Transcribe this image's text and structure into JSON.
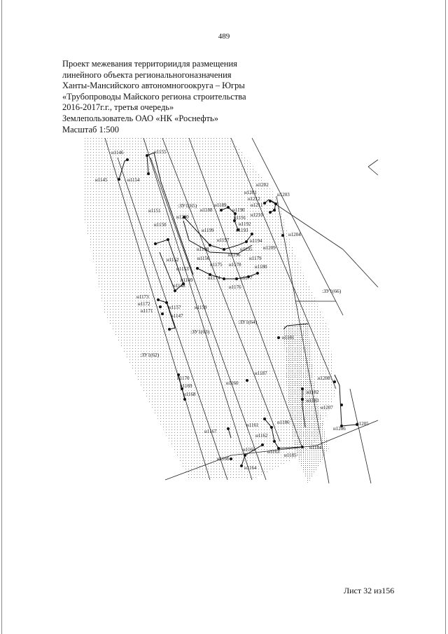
{
  "page_number": "489",
  "header": {
    "lines": [
      "Проект межевания территориидля размещения",
      "линейного объекта региональногоназначения",
      "Ханты-Мансийского автономногоокруга – Югры",
      "«Трубопроводы Майского региона строительства",
      "2016-2017г.г., третья очередь»",
      "Землепользователь ОАО «НК «Роснефть»",
      "Масштаб 1:500"
    ]
  },
  "zones": [
    ":ЗУ1(65)",
    ":ЗУ1(66)",
    ":ЗУ1(64)",
    ":ЗУ1(63)",
    ":ЗУ1(62)"
  ],
  "points": [
    "н1146",
    "н1145",
    "н1155",
    "н1154",
    "н1202",
    "н1201",
    "н1203",
    "н1212",
    "н1211",
    "н1210",
    "н1189",
    "н1190",
    "н1188",
    "н1191",
    "н1151",
    "н1200",
    "н1192",
    "н1199",
    "н1193",
    "н1150",
    "н1204",
    "н1197",
    "н1194",
    "н1198",
    "н1195",
    "н1209",
    "н1196",
    "н1152",
    "н1156",
    "н1179",
    "н1175",
    "н1178",
    "н1180",
    "н1153",
    "н1173",
    "н1174",
    "н1177",
    "н1172",
    "н1149",
    "н1176",
    "н1171",
    "н1148",
    "н1147",
    "н1157",
    "н1159",
    "н1181",
    "н1187",
    "н1170",
    "н1208",
    "н1160",
    "н1169",
    "н1182",
    "н1168",
    "н1183",
    "н1207",
    "н1186",
    "н1205",
    "н1161",
    "н1206",
    "н1167",
    "н1162",
    "н1184",
    "н1165",
    "н1163",
    "н1185",
    "н1166",
    "н1164"
  ],
  "footer": "Лист 32 из156"
}
